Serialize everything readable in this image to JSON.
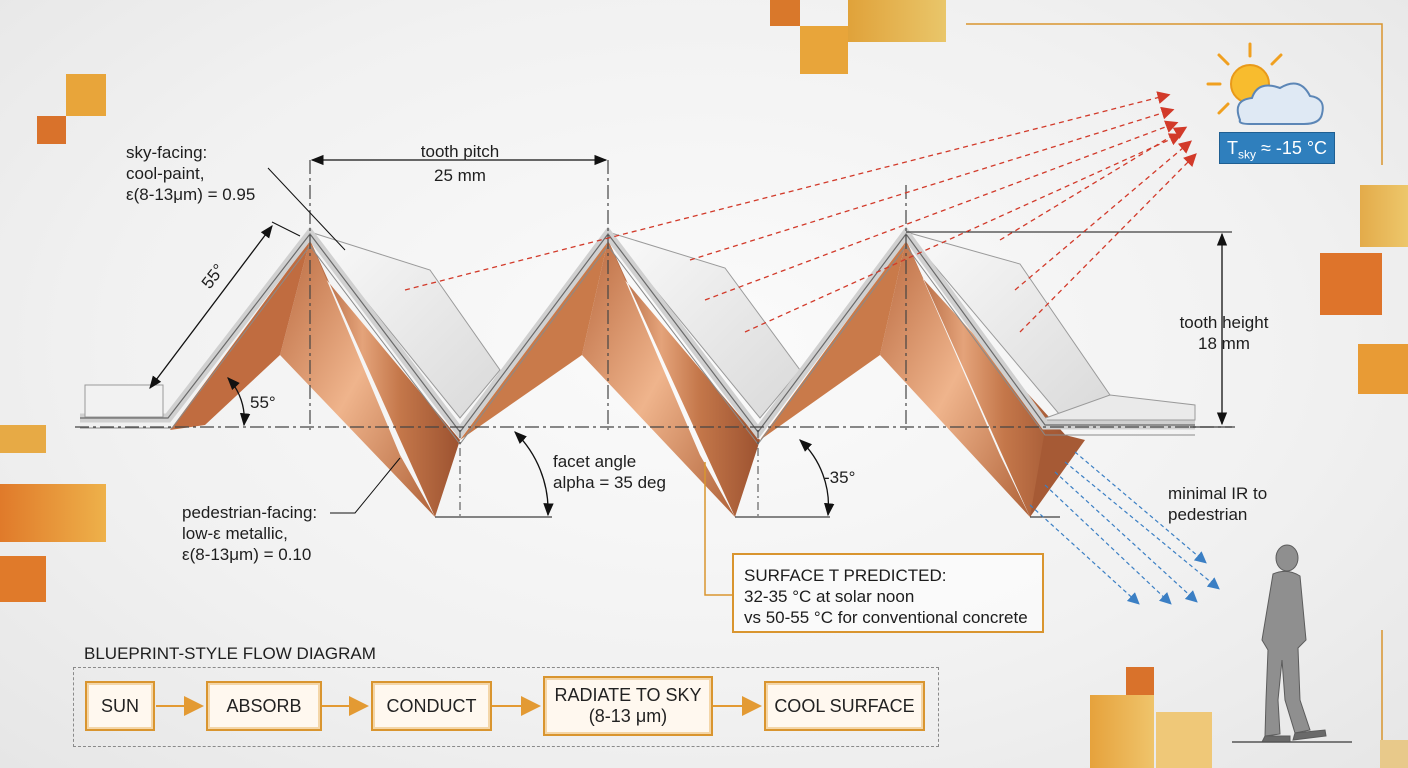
{
  "sky_label": "sky-facing:",
  "sky_coat": "cool-paint,",
  "sky_emissivity": "ε(8-13μm) = 0.95",
  "pitch_label": "tooth pitch",
  "pitch_value": "25 mm",
  "slope_length_label": "55°",
  "base_angle_label": "55°",
  "height_label": "tooth height",
  "height_value": "18 mm",
  "facet_label": "facet angle",
  "facet_value": "alpha = 35 deg",
  "neg_angle_label": "-35°",
  "ped_label": "pedestrian-facing:",
  "ped_coat": "low-ε metallic,",
  "ped_emissivity": "ε(8-13μm) = 0.10",
  "sky_temp_prefix": "T",
  "sky_temp_sub": "sky",
  "sky_temp_value": " ≈ -15 °C",
  "ir_label_1": "minimal IR to",
  "ir_label_2": "pedestrian",
  "predict_title": "SURFACE T PREDICTED:",
  "predict_line1": "32-35 °C at solar noon",
  "predict_line2": "vs 50-55 °C for conventional concrete",
  "flow_title": "BLUEPRINT-STYLE FLOW DIAGRAM",
  "flow_steps": [
    "SUN",
    "ABSORB",
    "CONDUCT",
    "RADIATE TO SKY",
    "COOL SURFACE"
  ],
  "flow_step4_sub": "(8-13 μm)",
  "colors": {
    "accent_orange": "#d9952f",
    "copper": "#c97a4a",
    "sky_blue": "#2f7fbd",
    "ray_red": "#d23a2a",
    "ray_blue": "#3b7fc4"
  }
}
